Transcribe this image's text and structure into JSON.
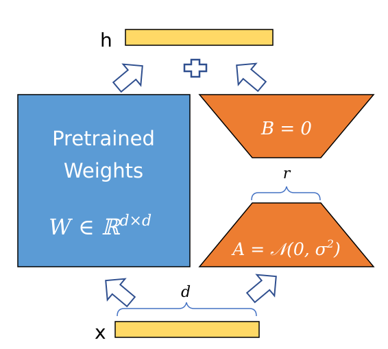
{
  "output_label": "h",
  "input_label": "x",
  "plus_symbol": "+",
  "pretrained": {
    "line1": "Pretrained",
    "line2": "Weights",
    "formula_base": "W ∈ ℝ",
    "formula_sup": "d×d"
  },
  "matrix_b": {
    "formula": "B = 0"
  },
  "matrix_a": {
    "formula_main": "A = 𝒩(0, σ",
    "formula_sup": "2",
    "formula_end": ")"
  },
  "rank_label": "r",
  "dim_label": "d",
  "colors": {
    "pretrained_fill": "#5b9bd5",
    "pretrained_border": "#000000",
    "lora_fill": "#ed7d31",
    "lora_border": "#000000",
    "vector_fill": "#ffd966",
    "vector_border": "#000000",
    "arrow_stroke": "#2f4f8f",
    "brace_stroke": "#4472c4"
  }
}
